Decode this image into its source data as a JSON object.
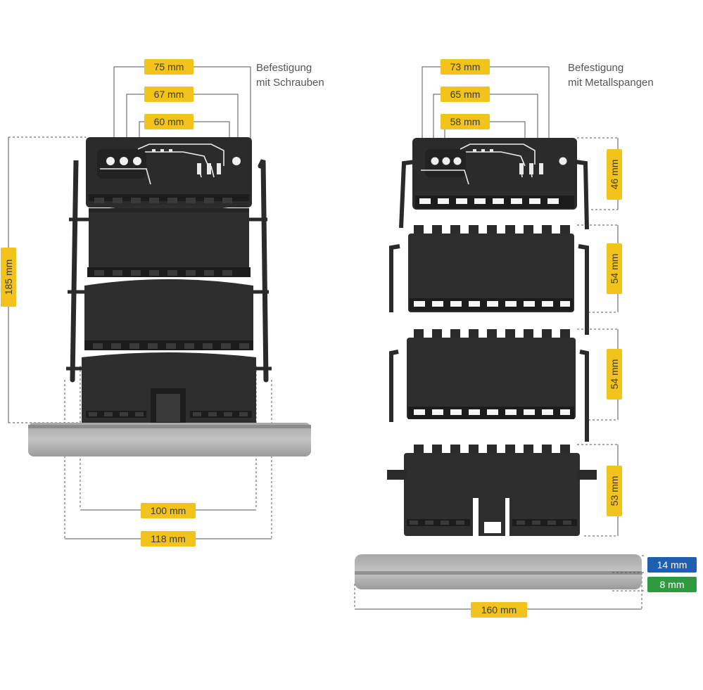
{
  "left": {
    "caption": [
      "Befestigung",
      "mit Schrauben"
    ],
    "widths": {
      "w75": "75 mm",
      "w67": "67 mm",
      "w60": "60 mm"
    },
    "height_total": "185 mm",
    "bottom": {
      "w100": "100 mm",
      "w118": "118 mm"
    }
  },
  "right": {
    "caption": [
      "Befestigung",
      "mit Metallspangen"
    ],
    "widths": {
      "w73": "73 mm",
      "w65": "65 mm",
      "w58": "58 mm"
    },
    "heights": {
      "h46": "46 mm",
      "h54a": "54 mm",
      "h54b": "54 mm",
      "h53": "53 mm"
    },
    "rail": {
      "length": "160 mm",
      "height_14": "14 mm",
      "height_8": "8 mm"
    }
  },
  "colors": {
    "label_yellow": "#f2c31b",
    "label_blue": "#1f5fb0",
    "label_green": "#2f9a3f",
    "part_black": "#2b2b2b",
    "rail_grey": "#b9b9b9"
  }
}
